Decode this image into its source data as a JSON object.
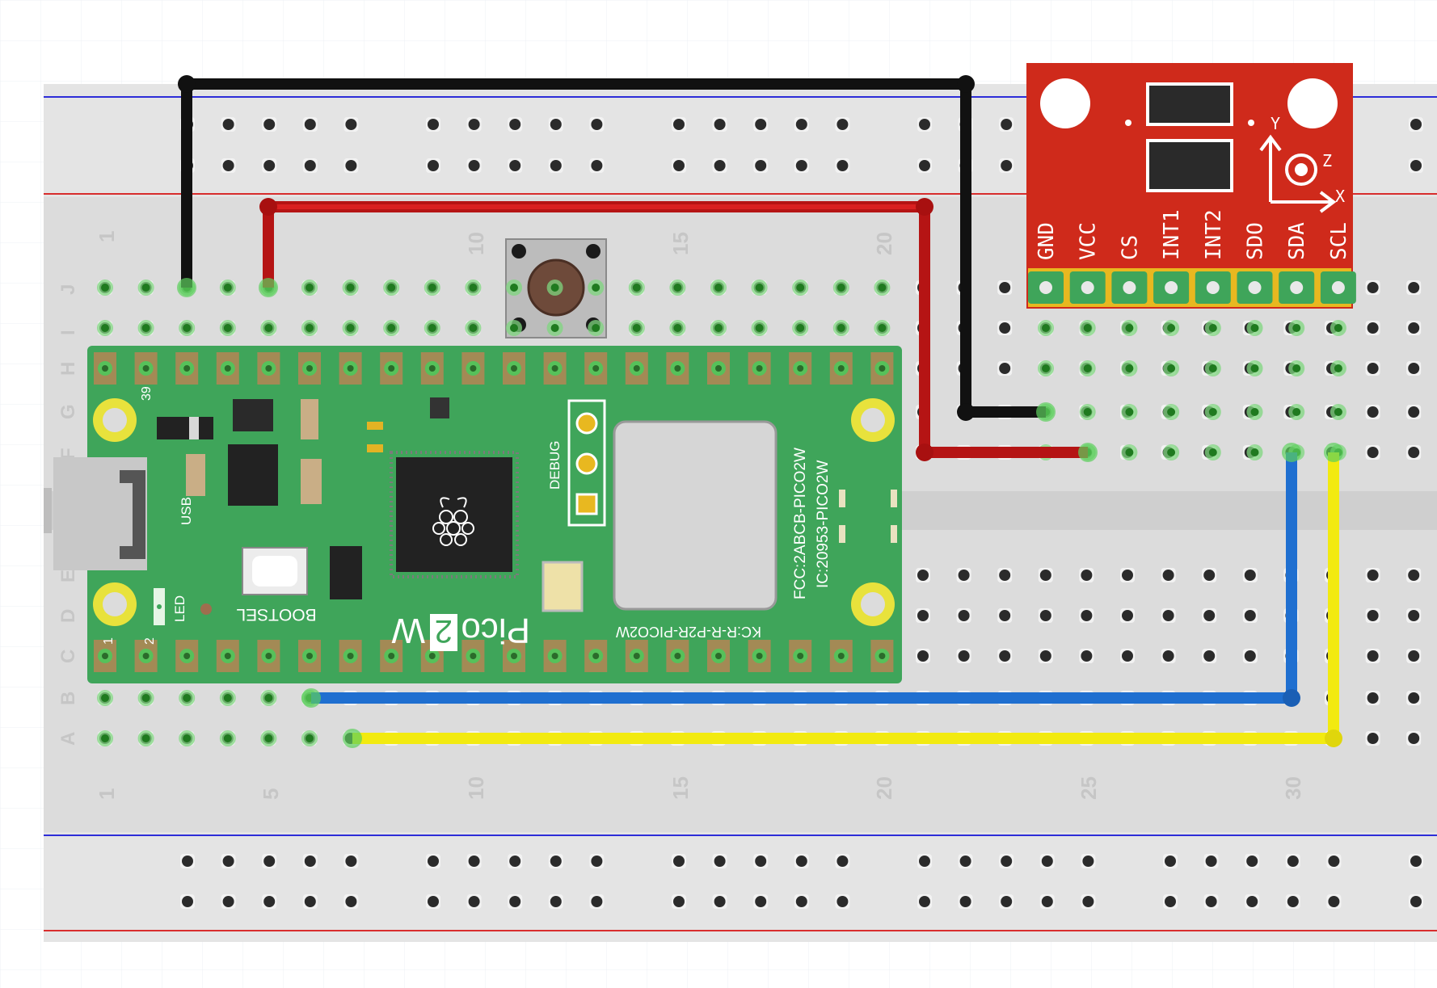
{
  "breadboard": {
    "column_labels": [
      "1",
      "10",
      "15",
      "20"
    ],
    "bottom_column_labels": [
      "1",
      "5",
      "10",
      "15",
      "20",
      "25",
      "30"
    ],
    "row_labels": [
      "J",
      "I",
      "H",
      "G",
      "F",
      "E",
      "D",
      "C",
      "B",
      "A"
    ]
  },
  "pico": {
    "brand_prefix": "Pico",
    "brand_number": "2",
    "brand_suffix": "W",
    "bootsel_label": "BOOTSEL",
    "usb_label": "USB",
    "led_label": "LED",
    "debug_label": "DEBUG",
    "pin_39": "39",
    "pin_1": "1",
    "pin_2": "2",
    "fcc_text": "FCC:2ABCB-PICO2W",
    "ic_text": "IC:20953-PICO2W",
    "kc_text": "KC:R-R-P2R-PICO2W"
  },
  "sensor": {
    "pins": [
      "GND",
      "VCC",
      "CS",
      "INT1",
      "INT2",
      "SDO",
      "SDA",
      "SCL"
    ],
    "axis_x": "X",
    "axis_y": "Y",
    "axis_z": "Z"
  },
  "wires": [
    {
      "name": "gnd-wire",
      "color": "#111111"
    },
    {
      "name": "vcc-wire",
      "color": "#cc1111"
    },
    {
      "name": "sda-wire",
      "color": "#1f6fd0"
    },
    {
      "name": "scl-wire",
      "color": "#f2ea10"
    }
  ],
  "colors": {
    "breadboard": "#dcdcdc",
    "pcb_green": "#3fa55a",
    "sensor_red": "#cf2a1b",
    "rail_blue": "#2d2dd8",
    "rail_red": "#d82d2d"
  }
}
